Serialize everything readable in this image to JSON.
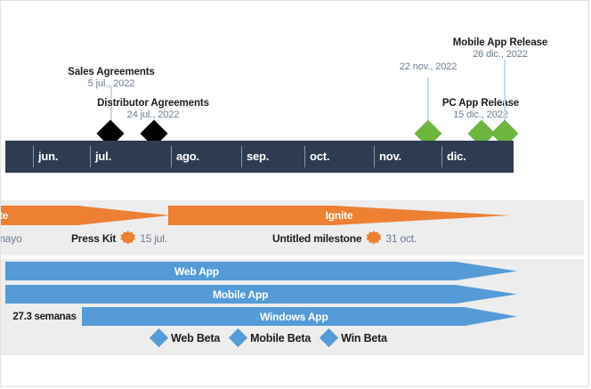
{
  "chart_data": {
    "type": "timeline",
    "title": "",
    "axis": {
      "months": [
        "jun.",
        "jul.",
        "ago.",
        "sep.",
        "oct.",
        "nov.",
        "dic."
      ],
      "bar_color": "#2E3C52",
      "label_color": "#FFFFFF"
    },
    "milestones": [
      {
        "title": "Sales Agreements",
        "date": "5 jul., 2022",
        "marker": "diamond",
        "color": "#000000"
      },
      {
        "title": "Distributor Agreements",
        "date": "24 jul., 2022",
        "marker": "diamond",
        "color": "#000000"
      },
      {
        "title": "",
        "date": "22 nov., 2022",
        "marker": "diamond",
        "color": "#6EB53F"
      },
      {
        "title": "PC App Release",
        "date": "15 dic., 2022",
        "marker": "diamond",
        "color": "#6EB53F"
      },
      {
        "title": "Mobile App Release",
        "date": "26 dic., 2022",
        "marker": "diamond",
        "color": "#6EB53F"
      }
    ],
    "phases": [
      {
        "label": "",
        "clipped_label": "te",
        "color": "#ED8033"
      },
      {
        "label": "Ignite",
        "color": "#ED8033"
      }
    ],
    "tasks": [
      {
        "label": "Web App",
        "color": "#559BD8"
      },
      {
        "label": "Mobile App",
        "color": "#559BD8"
      },
      {
        "label": "Windows App",
        "color": "#559BD8",
        "duration": "27.3 semanas"
      }
    ],
    "inline_milestones": [
      {
        "clipped_label": "mayo",
        "name": "",
        "date": ""
      },
      {
        "name": "Press Kit",
        "date": "15 jul.",
        "marker": "star",
        "color": "#ED8033"
      },
      {
        "name": "Untitled milestone",
        "date": "31 oct.",
        "marker": "star",
        "color": "#ED8033"
      }
    ],
    "legend": {
      "position": "bottom",
      "entries": [
        {
          "label": "Web Beta",
          "color": "#559BD8",
          "marker": "diamond"
        },
        {
          "label": "Mobile Beta",
          "color": "#559BD8",
          "marker": "diamond"
        },
        {
          "label": "Win Beta",
          "color": "#559BD8",
          "marker": "diamond"
        }
      ]
    },
    "colors": {
      "accent_orange": "#ED8033",
      "accent_blue": "#559BD8",
      "accent_green": "#6EB53F",
      "axis_navy": "#2E3C52",
      "band_grey": "#EDEDED",
      "date_text": "#6D7C92",
      "stem": "#C6DCEA"
    }
  },
  "axis": {
    "months": [
      {
        "label": "jun."
      },
      {
        "label": "jul."
      },
      {
        "label": "ago."
      },
      {
        "label": "sep."
      },
      {
        "label": "oct."
      },
      {
        "label": "nov."
      },
      {
        "label": "dic."
      }
    ]
  },
  "milestones": {
    "sales_agreements": {
      "title": "Sales Agreements",
      "date": "5 jul., 2022"
    },
    "distributor_agreements": {
      "title": "Distributor Agreements",
      "date": "24 jul., 2022"
    },
    "nov_unnamed": {
      "date": "22 nov., 2022"
    },
    "pc_app_release": {
      "title": "PC App Release",
      "date": "15 dic., 2022"
    },
    "mobile_app_release": {
      "title": "Mobile App Release",
      "date": "26 dic., 2022"
    }
  },
  "phases": {
    "clipped_prev": "te",
    "ignite": "Ignite"
  },
  "inline_milestones": {
    "clipped_mayo": "mayo",
    "press_kit": {
      "name": "Press Kit",
      "date": "15 jul."
    },
    "untitled": {
      "name": "Untitled milestone",
      "date": "31 oct."
    }
  },
  "tasks": {
    "web_app": "Web App",
    "mobile_app": "Mobile App",
    "windows_app": "Windows App",
    "windows_duration": "27.3 semanas"
  },
  "legend": {
    "web_beta": "Web Beta",
    "mobile_beta": "Mobile Beta",
    "win_beta": "Win Beta"
  }
}
